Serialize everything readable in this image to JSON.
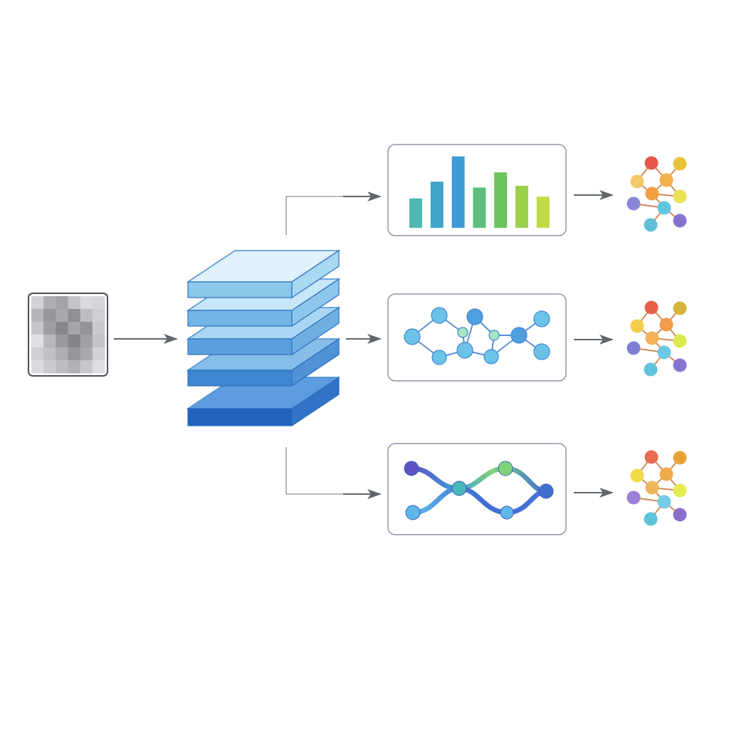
{
  "colors": {
    "arrow": "#60646c",
    "connector": "#8a8f99",
    "panel_border": "#8e96a6",
    "layer_top_light": "#cfe8f8",
    "layer_front_dark": "#1f63bd",
    "node_blue": "#6cc3e8",
    "node_green": "#a8e6c2",
    "path_blue": "#3f6fd1",
    "path_green": "#7ed37a",
    "path_purple": "#5b53c7"
  },
  "input_image": {
    "icon": "pixelated-image-icon",
    "pixel_values": [
      [
        0.8,
        0.55,
        0.48,
        0.7,
        0.85,
        0.82
      ],
      [
        0.6,
        0.4,
        0.52,
        0.35,
        0.66,
        0.78
      ],
      [
        0.72,
        0.45,
        0.3,
        0.5,
        0.38,
        0.74
      ],
      [
        0.88,
        0.62,
        0.42,
        0.28,
        0.46,
        0.7
      ],
      [
        0.78,
        0.68,
        0.56,
        0.4,
        0.52,
        0.8
      ],
      [
        0.86,
        0.75,
        0.66,
        0.58,
        0.72,
        0.88
      ]
    ]
  },
  "encoder": {
    "icon": "layer-stack-icon",
    "layer_count": 5
  },
  "branches": [
    {
      "panel_icon": "bar-chart-icon",
      "bars": [
        {
          "value": 0.35,
          "color": "#4fb8b0"
        },
        {
          "value": 0.55,
          "color": "#3fa5c9"
        },
        {
          "value": 0.85,
          "color": "#3d9bd6"
        },
        {
          "value": 0.48,
          "color": "#5dbf7c"
        },
        {
          "value": 0.66,
          "color": "#6cc45c"
        },
        {
          "value": 0.5,
          "color": "#9ccf4b"
        },
        {
          "value": 0.37,
          "color": "#bfdc45"
        }
      ],
      "output_icon": "colorful-graph-icon"
    },
    {
      "panel_icon": "node-network-icon",
      "output_icon": "colorful-graph-icon"
    },
    {
      "panel_icon": "path-flow-icon",
      "output_icon": "colorful-graph-icon"
    }
  ],
  "output_graph_palettes": [
    [
      "#e8574b",
      "#e8c23a",
      "#f2b14a",
      "#f3c96a",
      "#f0a040",
      "#e9e256",
      "#8a86d8",
      "#5fc6e0",
      "#61c0d8",
      "#8474cf"
    ],
    [
      "#e8624a",
      "#d6b43a",
      "#f09c48",
      "#f3cd4c",
      "#f3b257",
      "#dce94e",
      "#7d7fd2",
      "#6dc7e6",
      "#5fc3dc",
      "#8575d1"
    ],
    [
      "#ea6a52",
      "#e8a238",
      "#f0ac4a",
      "#f1da48",
      "#f0b65a",
      "#e4ec50",
      "#9b7fd9",
      "#74cbe8",
      "#5dc4da",
      "#8b6fcd"
    ]
  ]
}
